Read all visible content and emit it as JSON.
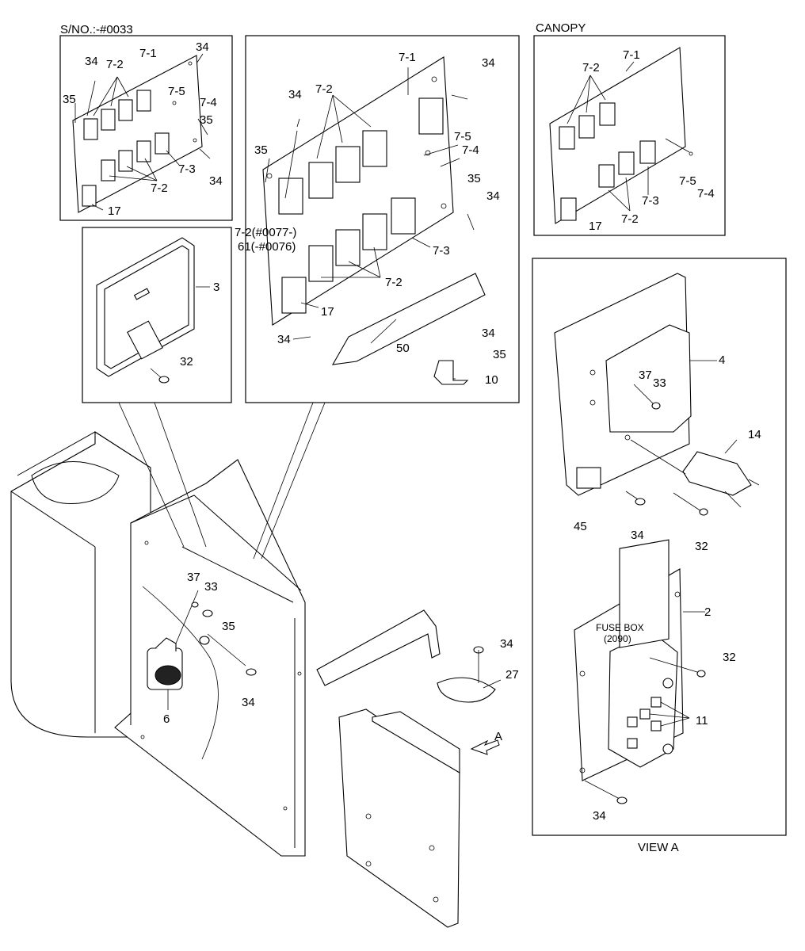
{
  "panels": {
    "sn_title": "S/NO.:-#0033",
    "canopy_title": "CANOPY",
    "view_title": "VIEW A",
    "fuse_box_label": "FUSE BOX",
    "fuse_box_code": "(2090)",
    "view_arrow_label": "A"
  },
  "sn_panel_labels": {
    "l34a": "34",
    "l34b": "34",
    "l34c": "34",
    "l72a": "7-2",
    "l72b": "7-2",
    "l71": "7-1",
    "l75": "7-5",
    "l74": "7-4",
    "l73": "7-3",
    "l35a": "35",
    "l35b": "35",
    "l17": "17"
  },
  "main_panel_labels": {
    "l71": "7-1",
    "l34a": "34",
    "l72": "7-2",
    "l75": "7-5",
    "l74": "7-4",
    "l35a": "35",
    "l34b": "34",
    "l34c": "34",
    "l35b": "35",
    "l72note": "7-2(#0077-)",
    "l61note": "61(-#0076)",
    "l73": "7-3",
    "l72b": "7-2",
    "l17": "17",
    "l34d": "34",
    "l50": "50",
    "l34e": "34",
    "l35c": "35",
    "l10": "10"
  },
  "canopy_panel_labels": {
    "l72": "7-2",
    "l71": "7-1",
    "l75": "7-5",
    "l74": "7-4",
    "l73": "7-3",
    "l72b": "7-2",
    "l17": "17"
  },
  "ecu_panel_labels": {
    "l3": "3",
    "l32": "32"
  },
  "view_a_labels": {
    "l4": "4",
    "l37": "37",
    "l33": "33",
    "l14": "14",
    "l45": "45",
    "l34a": "34",
    "l32a": "32",
    "l2": "2",
    "l32b": "32",
    "l11": "11",
    "l34b": "34"
  },
  "body_labels": {
    "l37": "37",
    "l33": "33",
    "l35": "35",
    "l34a": "34",
    "l6": "6",
    "l34b": "34",
    "l27": "27"
  }
}
